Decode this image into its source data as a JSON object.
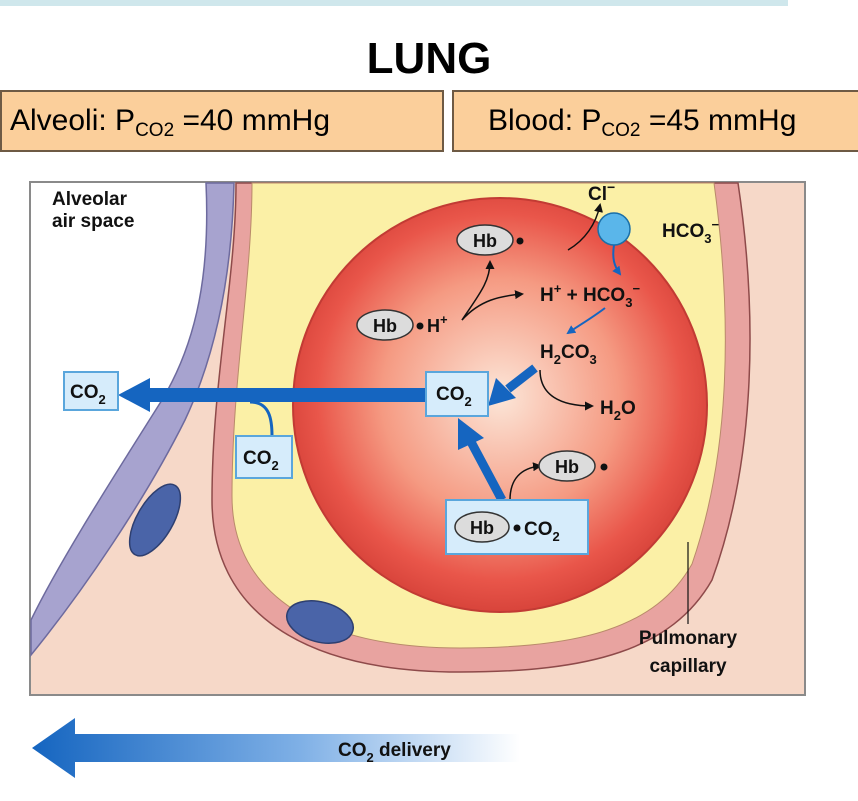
{
  "title": "LUNG",
  "pressure_labels": {
    "alveoli": {
      "prefix": "Alveoli: P",
      "sub": "CO2",
      "suffix": " =40 mmHg"
    },
    "blood": {
      "prefix": "Blood: P",
      "sub": "CO2",
      "suffix": " =45 mmHg"
    }
  },
  "diagram": {
    "alveolar_label": [
      "Alveolar",
      "air space"
    ],
    "capillary_label": [
      "Pulmonary",
      "capillary"
    ],
    "chloride": "Cl",
    "chloride_charge": "−",
    "hb": "Hb",
    "hplus": "H",
    "plus_sign": " + ",
    "hco3": "HCO",
    "sub_2": "2",
    "sub_3": "3",
    "h2co3": {
      "a": "H",
      "b": "CO",
      "c": "3"
    },
    "h2o": {
      "a": "H",
      "b": "O"
    },
    "co2": "CO",
    "delivery": {
      "a": "CO",
      "b": " delivery"
    }
  },
  "colors": {
    "arrow_blue": "#1565c0",
    "co2_box_fill": "#d6ecfb",
    "co2_box_border": "#5aa6dc",
    "rbc_red": "#e9564a",
    "plasma_yellow": "#fbf0a6",
    "alveolar_wall": "#a7a3cf",
    "tissue": "#f6d8c8"
  }
}
